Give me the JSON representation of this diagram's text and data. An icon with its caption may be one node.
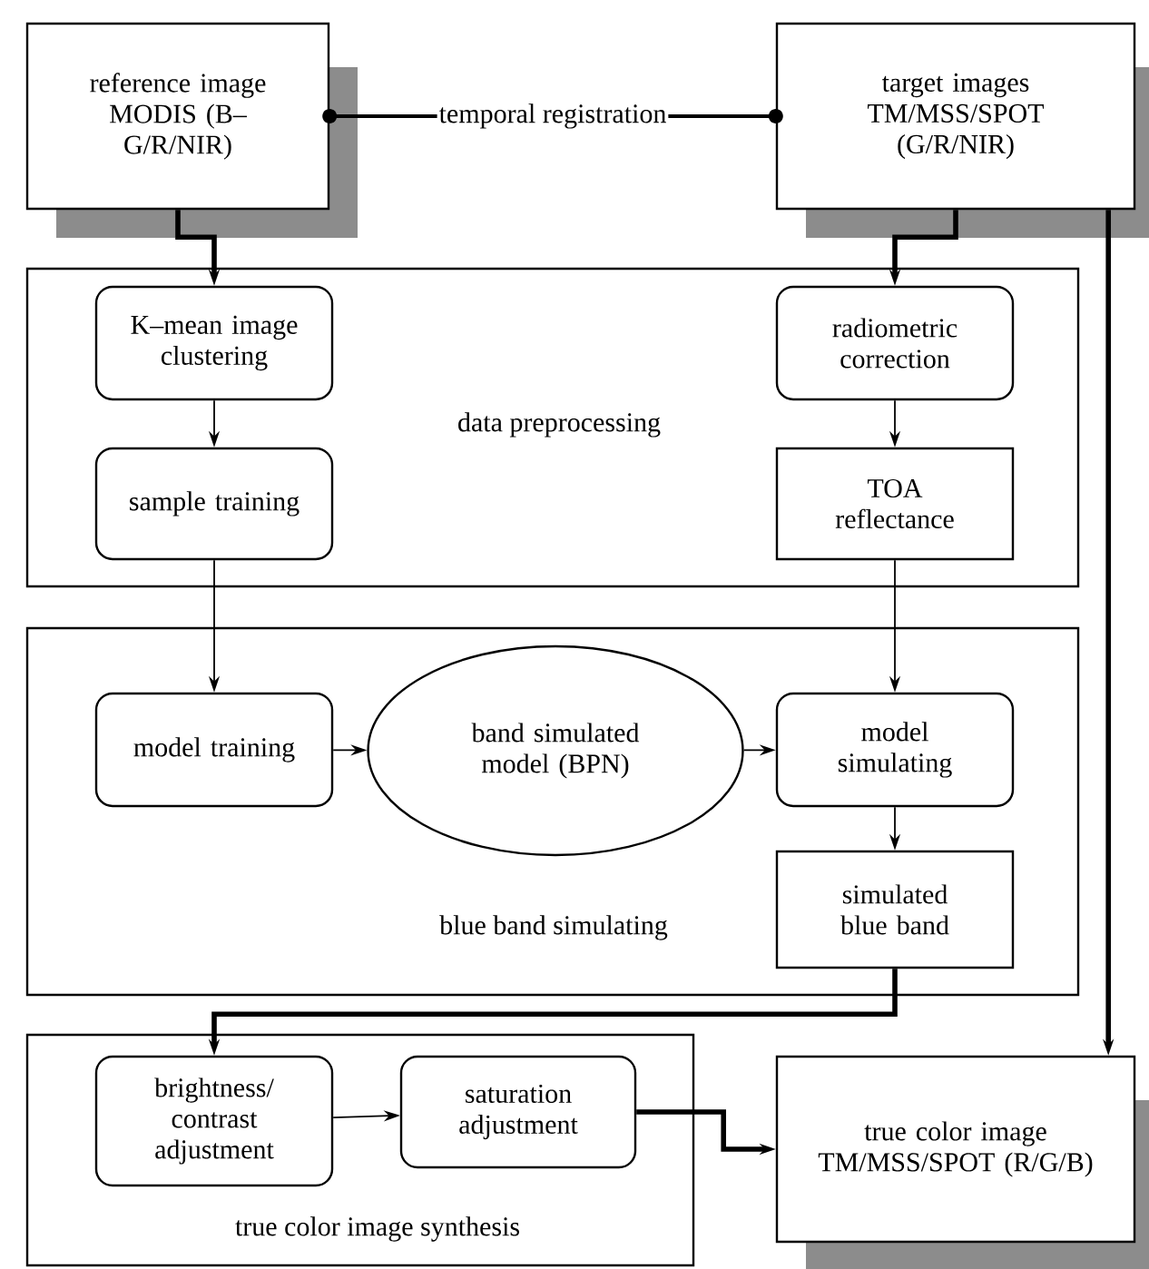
{
  "diagram": {
    "nodes": [
      {
        "text": [
          "reference image MODIS (B–G/R/NIR)"
        ]
      },
      {
        "text": [
          "target images TM/MSS/SPOT (G/R/NIR)"
        ]
      },
      {
        "text": [
          "data preprocessing"
        ]
      },
      {
        "text": [
          "K–mean image clustering"
        ],
        "in": 2
      },
      {
        "text": [
          "sample training"
        ],
        "in": 2
      },
      {
        "text": [
          "radiometric correction"
        ],
        "in": 2
      },
      {
        "text": [
          "TOA reflectance"
        ],
        "in": 2
      },
      {
        "text": [
          "blue band simulating"
        ]
      },
      {
        "text": [
          "model training"
        ],
        "in": 7
      },
      {
        "text": [
          "band simulated model (BPN)"
        ],
        "in": 7
      },
      {
        "text": [
          "model simulating"
        ],
        "in": 7
      },
      {
        "text": [
          "simulated blue band"
        ],
        "in": 7
      },
      {
        "text": [
          "true color image synthesis"
        ]
      },
      {
        "text": [
          "brightness/ contrast adjustment"
        ],
        "in": 12
      },
      {
        "text": [
          "saturation adjustment"
        ],
        "in": 12
      },
      {
        "text": [
          "true color image TM/MSS/SPOT (R/G/B)"
        ]
      }
    ],
    "edges": [
      {
        "from": 0,
        "to": 1,
        "arrow": "other",
        "label": "temporal registration"
      },
      {
        "from": 0,
        "to": 3,
        "arrow": "to",
        "style": "thick"
      },
      {
        "from": 1,
        "to": 5,
        "arrow": "to",
        "style": "thick"
      },
      {
        "from": 3,
        "to": 4,
        "arrow": "to"
      },
      {
        "from": 5,
        "to": 6,
        "arrow": "to"
      },
      {
        "from": 4,
        "to": 8,
        "arrow": "to"
      },
      {
        "from": 6,
        "to": 10,
        "arrow": "to"
      },
      {
        "from": 8,
        "to": 9,
        "arrow": "to"
      },
      {
        "from": 9,
        "to": 10,
        "arrow": "to"
      },
      {
        "from": 10,
        "to": 11,
        "arrow": "to"
      },
      {
        "from": 11,
        "to": 13,
        "arrow": "to",
        "style": "thick"
      },
      {
        "from": 1,
        "to": 15,
        "arrow": "to",
        "style": "thick"
      },
      {
        "from": 13,
        "to": 14,
        "arrow": "to"
      },
      {
        "from": 14,
        "to": 15,
        "arrow": "to",
        "style": "thick"
      }
    ]
  }
}
